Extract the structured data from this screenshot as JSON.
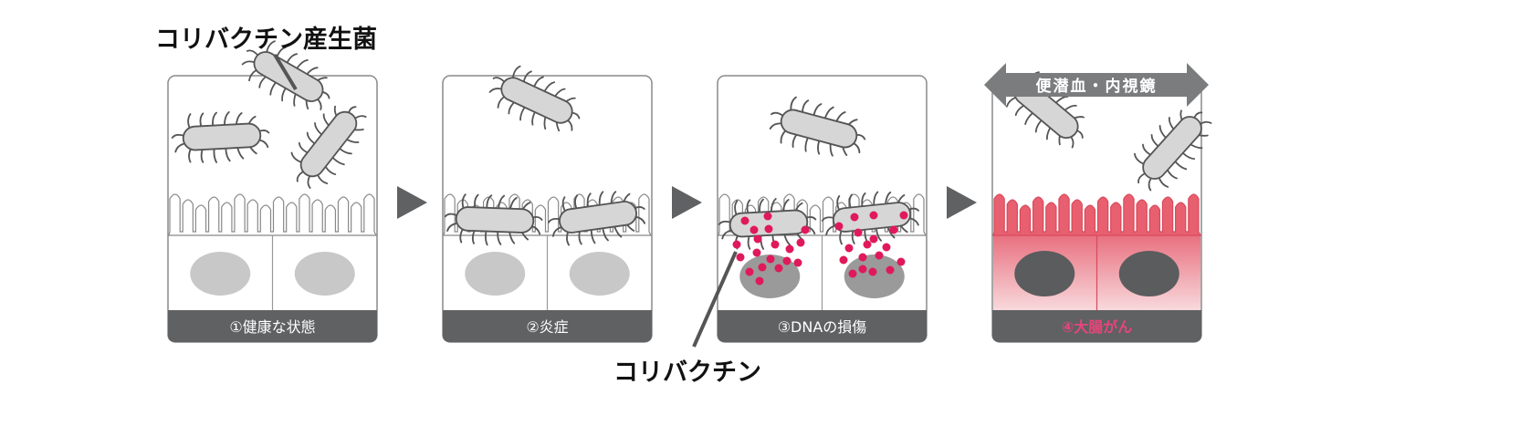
{
  "callouts": {
    "producer": "コリバクチン産生菌",
    "toxin": "コリバクチン"
  },
  "stages": [
    {
      "label": "①健康な状態"
    },
    {
      "label": "②炎症"
    },
    {
      "label": "③DNAの損傷"
    },
    {
      "label": "④大腸がん"
    }
  ],
  "detection_arrow": {
    "label": "便潜血・内視鏡"
  },
  "colors": {
    "frame": "#8a8a8a",
    "label_bar": "#5f6163",
    "bacteria_fill": "#d6d6d6",
    "nucleus": "#c8c8c8",
    "damaged_nucleus": "#9a9a9a",
    "cancer_nucleus": "#5a5c5e",
    "colibactin_dot": "#e0195a",
    "cancer_tissue": "#e8707f",
    "cancer_label": "#e8457a"
  }
}
